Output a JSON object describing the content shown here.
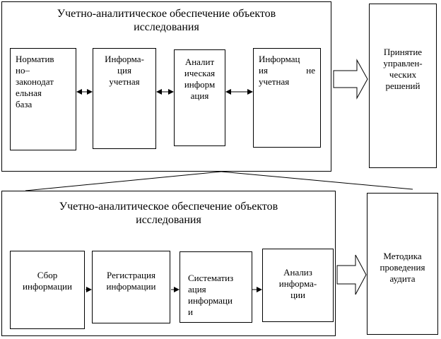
{
  "top_panel": {
    "title": "Учетно-аналитическое обеспечение объектов\nисследования",
    "boxes": [
      {
        "label": "Норматив\nно–\nзаконодат\nельная\nбаза"
      },
      {
        "label": "Информа-\nция\nучетная"
      },
      {
        "label": "Аналит\nическая\nинформ\nация"
      },
      {
        "label": "Информац\nия не\nучетная"
      }
    ],
    "result": {
      "label": "Принятие\nуправлен-\nческих\nрешений"
    }
  },
  "bottom_panel": {
    "title": "Учетно-аналитическое обеспечение объектов\nисследования",
    "boxes": [
      {
        "label": "Сбор\nинформации"
      },
      {
        "label": "Регистрация\nинформации"
      },
      {
        "label": "Систематиз\nация\nинформаци\nи"
      },
      {
        "label": "Анализ\nинформа-\nции"
      }
    ],
    "result": {
      "label": "Методика\nпроведения\nаудита"
    }
  }
}
